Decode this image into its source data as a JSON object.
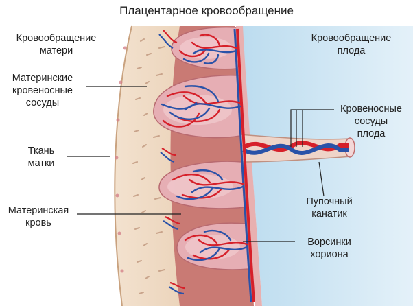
{
  "title": "Плацентарное кровообращение",
  "labels": {
    "maternal_circulation": [
      "Кровообращение",
      "матери"
    ],
    "fetal_circulation": [
      "Кровообращение",
      "плода"
    ],
    "maternal_vessels": [
      "Материнские",
      "кровеносные",
      "сосуды"
    ],
    "uterine_tissue": [
      "Ткань",
      "матки"
    ],
    "maternal_blood": [
      "Материнская",
      "кровь"
    ],
    "fetal_vessels": [
      "Кровеносные",
      "сосуды",
      "плода"
    ],
    "umbilical_cord": [
      "Пупочный",
      "канатик"
    ],
    "chorionic_villi": [
      "Ворсинки",
      "хориона"
    ]
  },
  "colors": {
    "uterine_wall": "#efd9c4",
    "maternal_blood_pool": "#c97a74",
    "villus": "#e6aeb4",
    "artery": "#d6202a",
    "vein": "#2a52a8",
    "amniotic_fluid": "#cfe6f4",
    "chorion": "#e8b0b0"
  }
}
